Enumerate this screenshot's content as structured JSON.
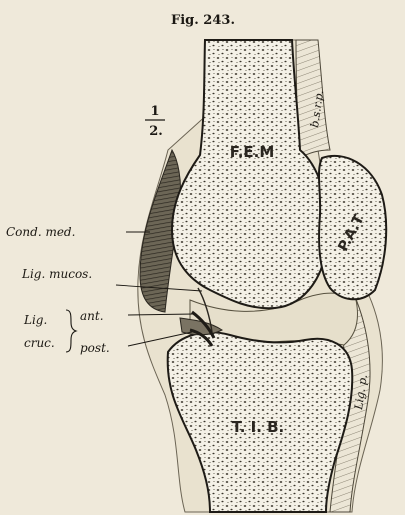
{
  "figure": {
    "title": "Fig. 243.",
    "scale": {
      "numerator": "1",
      "denominator": "2."
    },
    "bone_labels": {
      "femur": "F.E.M",
      "patella": "P.A.T",
      "tibia": "T. I. B."
    },
    "tendon_labels": {
      "bursa": "b.s.r.p.",
      "ligament": "Lig. p."
    },
    "callouts": {
      "cond_med": "Cond. med.",
      "lig_mucos": "Lig. mucos.",
      "lig": "Lig.",
      "cruc": "cruc.",
      "ant": "ant.",
      "post": "post."
    },
    "colors": {
      "paper": "#efe9da",
      "bone": "#f4f1e7",
      "ink": "#1b1813",
      "stipple": "#2e2a22"
    }
  }
}
